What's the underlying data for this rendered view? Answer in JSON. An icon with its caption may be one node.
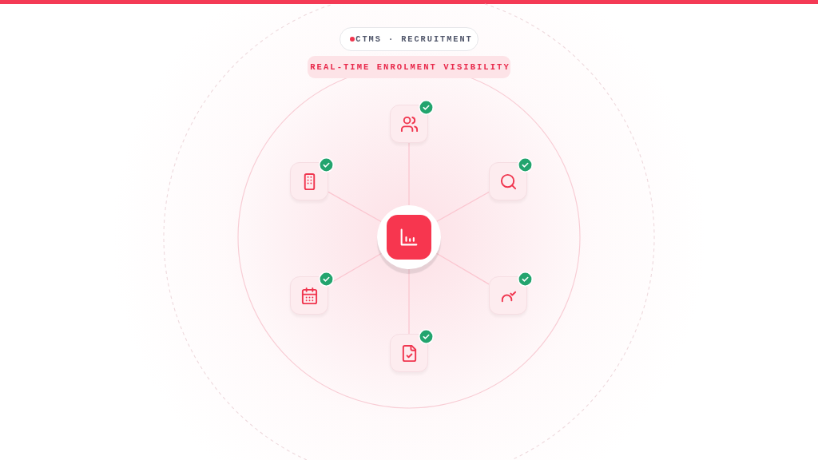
{
  "diagram": {
    "title": "REAL-TIME ENROLMENT VISIBILITY",
    "nodes": [
      {
        "text": [],
        "shape": "picture"
      },
      {
        "text": [],
        "shape": "picture"
      },
      {
        "text": [],
        "shape": "picture"
      },
      {
        "text": [],
        "shape": "picture"
      },
      {
        "text": [],
        "shape": "picture"
      },
      {
        "text": [],
        "shape": "picture"
      },
      {
        "text": [],
        "shape": "picture"
      }
    ],
    "edges": [
      {
        "from": 3,
        "to": 0,
        "arrow": "none"
      },
      {
        "from": 3,
        "to": 1,
        "arrow": "none"
      },
      {
        "from": 3,
        "to": 2,
        "arrow": "none"
      },
      {
        "from": 3,
        "to": 4,
        "arrow": "none"
      },
      {
        "from": 3,
        "to": 5,
        "arrow": "none"
      },
      {
        "from": 3,
        "to": 6,
        "arrow": "none"
      }
    ],
    "labels": [
      "CTMS · RECRUITMENT"
    ]
  }
}
